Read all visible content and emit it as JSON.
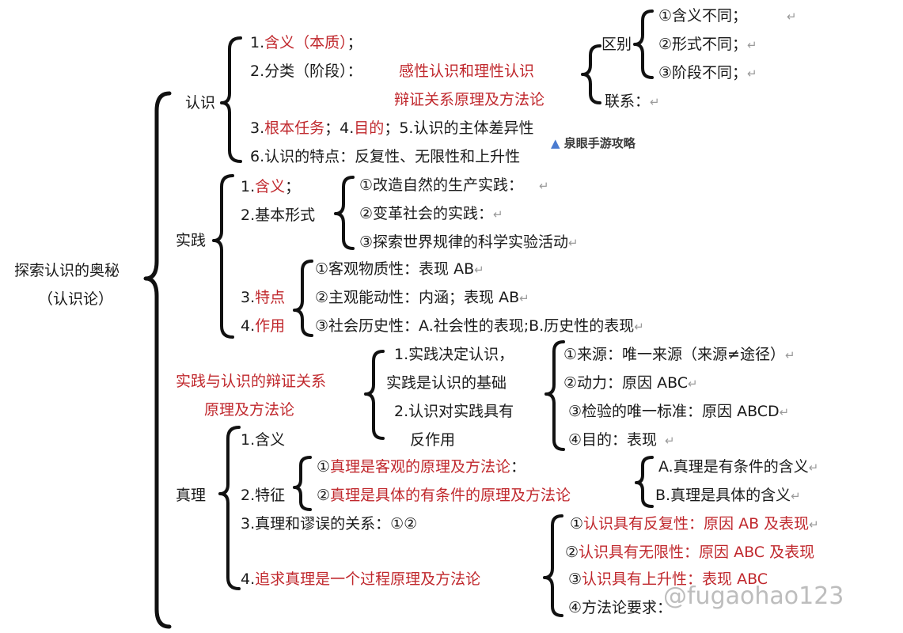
{
  "root": {
    "line1": "探索认识的奥秘",
    "line2": "（认识论）"
  },
  "renshi": {
    "label": "认识",
    "i1_num": "1.",
    "i1_red": "含义（本质）",
    "i1_tail": "；",
    "i2_black": "2.分类（阶段）：",
    "i2_red": "感性认识和理性认识",
    "i2b_red": "辩证关系原理及方法论",
    "qubie": "区别",
    "qubie_items": [
      "①含义不同；",
      "②形式不同；",
      "③阶段不同；"
    ],
    "lianxi": "联系：",
    "i3_num": "3.",
    "i3_red1": "根本任务",
    "i3_mid": "；4.",
    "i3_red2": "目的",
    "i3_tail": "；5.认识的主体差异性",
    "i6": "6.认识的特点：反复性、无限性和上升性"
  },
  "shijian": {
    "label": "实践",
    "i1_num": "1.",
    "i1_red": "含义",
    "i1_tail": "；",
    "i2": "2.基本形式",
    "forms": [
      "①改造自然的生产实践：",
      "②变革社会的实践：",
      "③探索世界规律的科学实验活动"
    ],
    "i3_num": "3.",
    "i3_red": "特点",
    "i4_num": "4.",
    "i4_red": "作用",
    "traits": [
      "①客观物质性：表现 AB",
      "②主观能动性：内涵；表现 AB",
      "③社会历史性：A.社会性的表现;B.历史性的表现"
    ]
  },
  "dialectic": {
    "label1": "实践与认识的辩证关系",
    "label2": "原理及方法论",
    "p1a": "1.实践决定认识，",
    "p1b": "实践是认识的基础",
    "p2a": "2.认识对实践具有",
    "p2b": "反作用",
    "reasons": [
      "①来源：唯一来源（来源≠途径）",
      "②动力：原因 ABC",
      "③检验的唯一标准：原因 ABCD",
      "④目的：表现"
    ]
  },
  "zhenli": {
    "label": "真理",
    "i1": "1.含义",
    "i2": "2.特征",
    "f1_num": "①",
    "f1_red": "真理是客观的原理及方法论",
    "f1_tail": "：",
    "f2_num": "②",
    "f2_red": "真理是具体的有条件的原理及方法论",
    "fb": [
      "A.真理是有条件的含义",
      "B.真理是具体的含义"
    ],
    "i3": "3.真理和谬误的关系：①②",
    "i4_num": "4.",
    "i4_red": "追求真理是一个过程原理及方法论",
    "proc": [
      {
        "num": "①",
        "red": "认识具有反复性：原因 AB 及表现"
      },
      {
        "num": "②",
        "red": "认识具有无限性：原因 ABC 及表现"
      },
      {
        "num": "③",
        "red": "认识具有上升性：表现 ABC"
      },
      {
        "num": "④",
        "red": "方法论要求："
      }
    ]
  },
  "return_mark": "↵",
  "logo_text": "泉眼手游攻略",
  "logo_icon": "triangle-logo-icon",
  "watermark": "@fugaohao123"
}
